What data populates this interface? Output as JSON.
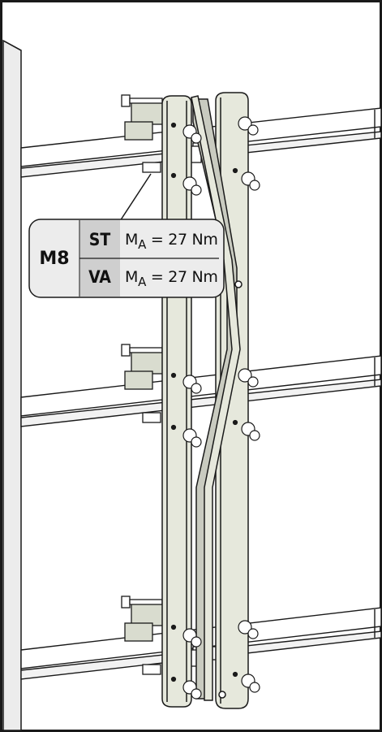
{
  "callout": {
    "bolt_size": "M8",
    "rows": [
      {
        "material": "ST",
        "symbol": "M",
        "subscript": "A",
        "operator": "=",
        "value": "27 Nm"
      },
      {
        "material": "VA",
        "symbol": "M",
        "subscript": "A",
        "operator": "=",
        "value": "27 Nm"
      }
    ]
  },
  "colors": {
    "outline": "#1a1a1a",
    "plate": "#e6e8dc",
    "plate_shade": "#c9cbc0",
    "callout_bg": "#ececec",
    "callout_mat_bg": "#cfcfcf"
  }
}
